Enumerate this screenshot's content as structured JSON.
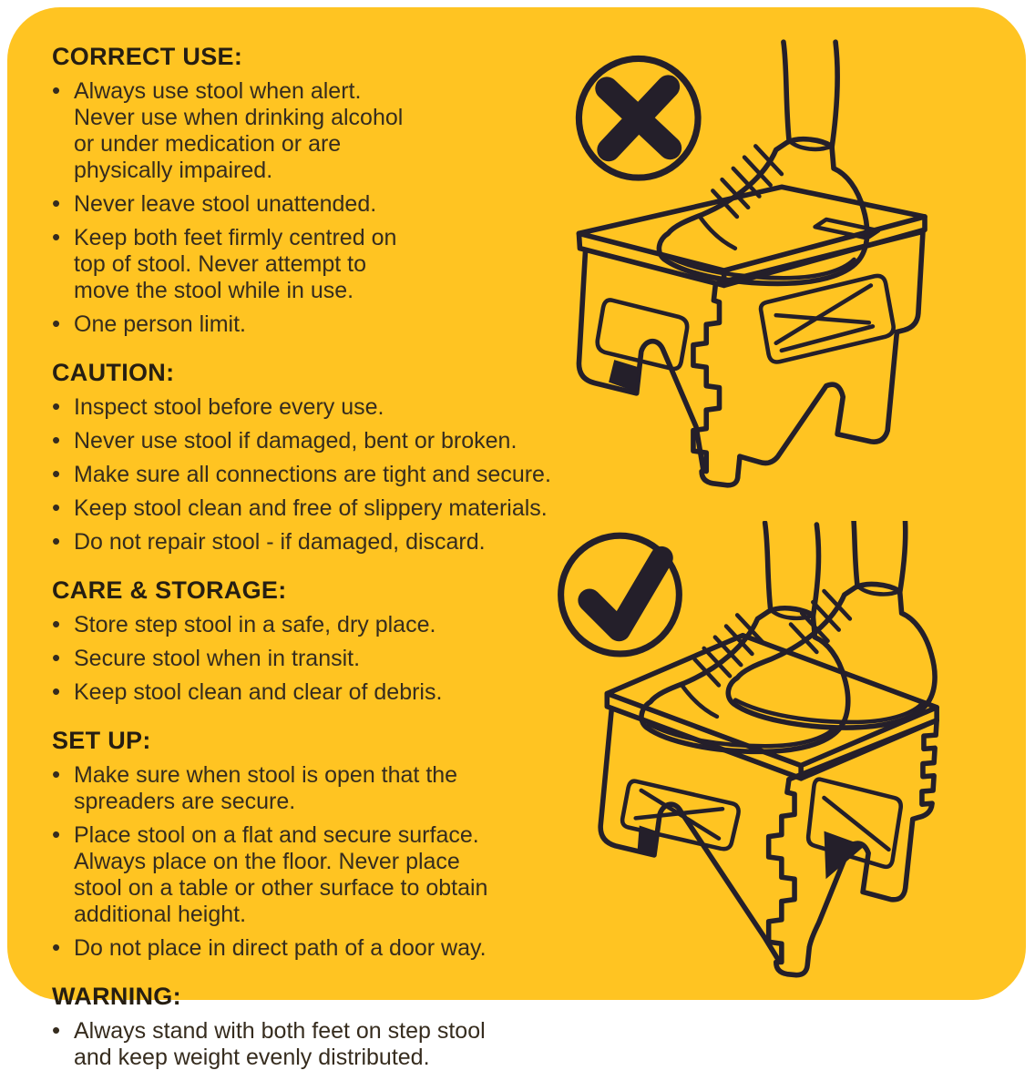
{
  "panel": {
    "page_background": "#FFFFFF",
    "background_color": "#FFC422",
    "text_color": "#362C1E",
    "heading_color": "#261E12",
    "illustration_ink_color": "#241F2A"
  },
  "sections": [
    {
      "heading": "CORRECT USE:",
      "bullets": [
        "Always use stool when alert.\nNever use when drinking alcohol\nor under medication or are\nphysically impaired.",
        "Never leave stool unattended.",
        "Keep both feet firmly centred on\ntop of stool. Never attempt to\nmove the stool while in use.",
        "One person limit."
      ]
    },
    {
      "heading": "CAUTION:",
      "bullets": [
        "Inspect stool before every use.",
        "Never use stool if damaged, bent or broken.",
        "Make sure all connections are tight and secure.",
        "Keep stool clean and free of slippery materials.",
        "Do not repair stool - if damaged, discard."
      ]
    },
    {
      "heading": "CARE & STORAGE:",
      "bullets": [
        "Store step stool in a safe, dry place.",
        "Secure stool when in transit.",
        "Keep stool clean and clear of debris."
      ]
    },
    {
      "heading": "SET UP:",
      "bullets": [
        "Make sure when stool is open that the\nspreaders are secure.",
        "Place stool on a flat and secure surface.\nAlways place on the floor. Never place\nstool on a table or other surface to obtain\nadditional height.",
        "Do not place in direct path of a door way.",
        ""
      ]
    },
    {
      "heading": "WARNING:",
      "bullets": [
        "Always stand with both feet on step stool\nand keep weight evenly distributed."
      ]
    }
  ],
  "figures": [
    {
      "symbol": "cross-icon",
      "meaning": "incorrect use - one foot on edge of stool"
    },
    {
      "symbol": "check-icon",
      "meaning": "correct use - both feet centred on stool"
    }
  ]
}
